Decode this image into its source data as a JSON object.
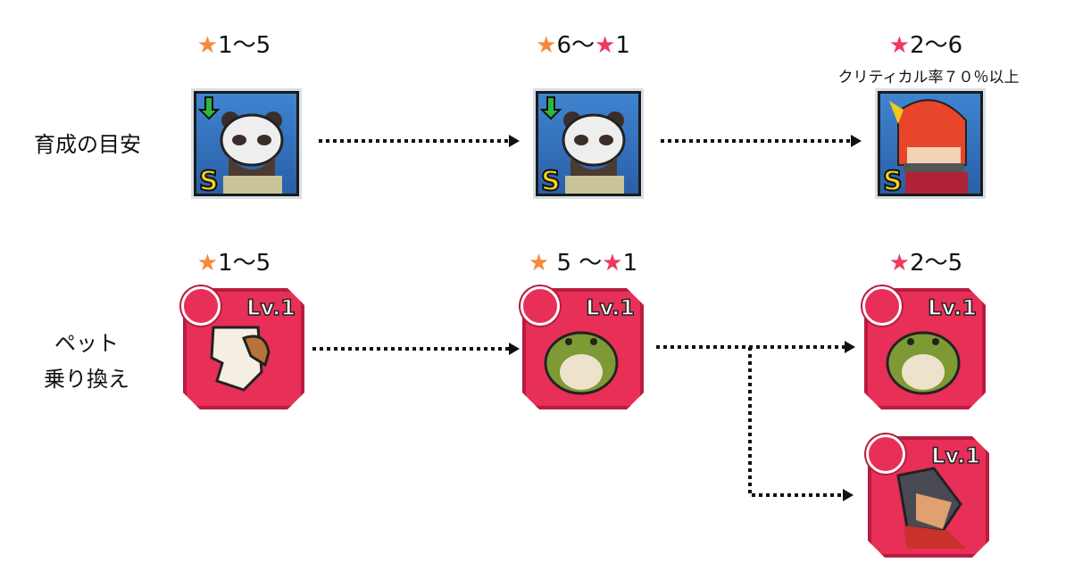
{
  "rows": [
    {
      "label": "育成の目安",
      "stages": [
        {
          "stars": [
            {
              "color": "orange",
              "text": "1〜5"
            }
          ],
          "icon": "panda-hero-s-rank"
        },
        {
          "stars": [
            {
              "color": "orange",
              "text": "6〜"
            },
            {
              "color": "red",
              "text": "1"
            }
          ],
          "icon": "panda-hero-s-rank"
        },
        {
          "stars": [
            {
              "color": "red",
              "text": "2〜6"
            }
          ],
          "note": "クリティカル率７０％以上",
          "icon": "red-hair-hero-s-rank"
        }
      ]
    },
    {
      "label_lines": [
        "ペット",
        "乗り換え"
      ],
      "stages": [
        {
          "stars": [
            {
              "color": "orange",
              "text": "1〜5"
            }
          ],
          "icon": "eagle-pet",
          "level": "Lv.1"
        },
        {
          "stars": [
            {
              "color": "orange",
              "text": " 5 〜"
            },
            {
              "color": "red",
              "text": "1"
            }
          ],
          "icon": "frog-pet",
          "level": "Lv.1"
        },
        {
          "stars": [
            {
              "color": "red",
              "text": "2〜5"
            }
          ],
          "icon": "frog-pet",
          "level": "Lv.1"
        },
        {
          "icon": "dog-pet",
          "level": "Lv.1"
        }
      ]
    }
  ],
  "star_glyph": "★",
  "colors": {
    "orange": "#f5893a",
    "red": "#ee3a5e",
    "pet_bg": "#e82f58"
  }
}
